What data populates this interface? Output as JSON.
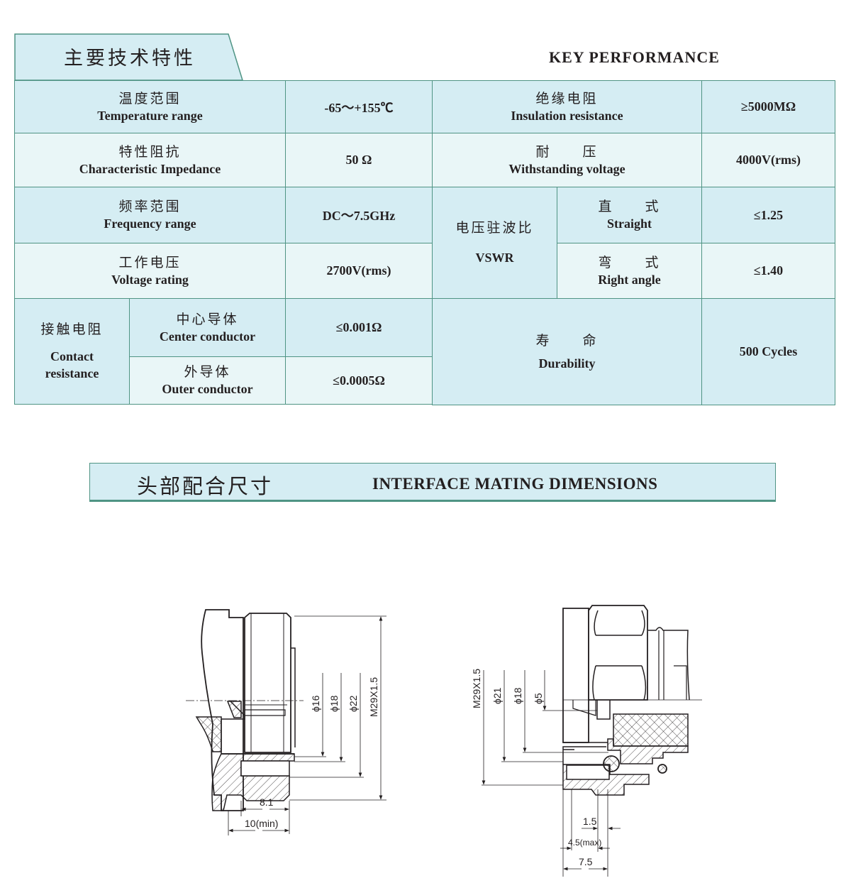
{
  "header": {
    "title_cn": "主要技术特性",
    "title_en": "KEY PERFORMANCE"
  },
  "table": {
    "temperature": {
      "cn": "温度范围",
      "en": "Temperature range",
      "value": "-65～+155℃"
    },
    "impedance": {
      "cn": "特性阻抗",
      "en": "Characteristic Impedance",
      "value": "50  Ω"
    },
    "frequency": {
      "cn": "频率范围",
      "en": "Frequency range",
      "value": "DC～7.5GHz"
    },
    "voltage_rating": {
      "cn": "工作电压",
      "en": "Voltage rating",
      "value": "2700V(rms)"
    },
    "contact_resistance": {
      "cn": "接触电阻",
      "en_line1": "Contact",
      "en_line2": "resistance",
      "center": {
        "cn": "中心导体",
        "en": "Center conductor",
        "value": "≤0.001Ω"
      },
      "outer": {
        "cn": "外导体",
        "en": "Outer conductor",
        "value": "≤0.0005Ω"
      }
    },
    "insulation": {
      "cn": "绝缘电阻",
      "en": "Insulation resistance",
      "value": "≥5000MΩ"
    },
    "withstanding": {
      "cn": "耐　　压",
      "en": "Withstanding voltage",
      "value": "4000V(rms)"
    },
    "vswr": {
      "cn": "电压驻波比",
      "en": "VSWR",
      "straight": {
        "cn": "直　　式",
        "en": "Straight",
        "value": "≤1.25"
      },
      "right_angle": {
        "cn": "弯　　式",
        "en": "Right angle",
        "value": "≤1.40"
      }
    },
    "durability": {
      "cn": "寿　　命",
      "en": "Durability",
      "value": "500 Cycles"
    }
  },
  "interface": {
    "title_cn": "头部配合尺寸",
    "title_en": "INTERFACE MATING DIMENSIONS"
  },
  "drawing_left": {
    "labels": [
      "ϕ16",
      "ϕ18",
      "ϕ22",
      "M29X1.5"
    ],
    "dim_8_1": "8.1",
    "dim_10min": "10(min)"
  },
  "drawing_right": {
    "labels": [
      "M29X1.5",
      "ϕ21",
      "ϕ18",
      "ϕ5"
    ],
    "dim_1_5": "1.5",
    "dim_4_5max": "4.5(max)",
    "dim_7_5": "7.5"
  },
  "colors": {
    "border": "#4f9484",
    "cell_dark": "#d5edf3",
    "cell_light": "#e9f6f7"
  }
}
